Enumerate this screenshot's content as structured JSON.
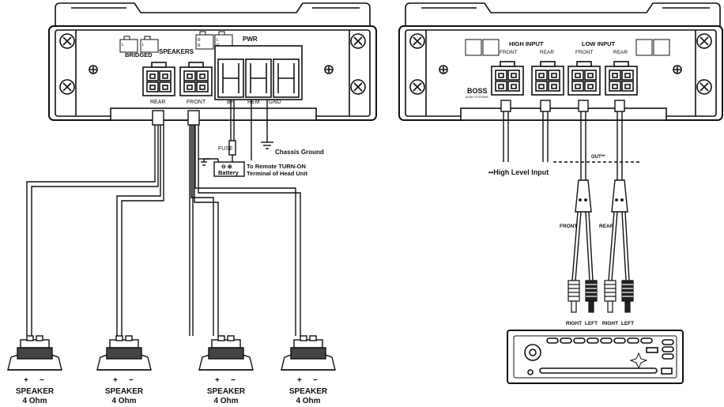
{
  "left_amp": {
    "bridged": "BRIDGED",
    "speakers": "SPEAKERS",
    "pwr": "PWR",
    "rear": "REAR",
    "front": "FRONT",
    "b_plus": "B+",
    "rem": "REM",
    "gnd": "GND",
    "chassis_ground": "Chassis Ground",
    "fuse": "FUSE",
    "battery": "Battery",
    "remote_line1": "To Remote TURN-ON",
    "remote_line2": "Terminal of Head Unit",
    "pin_l": "L",
    "pin_r": "R"
  },
  "speakers": [
    {
      "label": "SPEAKER",
      "ohm": "4 Ohm",
      "plus": "+",
      "minus": "−"
    },
    {
      "label": "SPEAKER",
      "ohm": "4 Ohm",
      "plus": "+",
      "minus": "−"
    },
    {
      "label": "SPEAKER",
      "ohm": "4 Ohm",
      "plus": "+",
      "minus": "−"
    },
    {
      "label": "SPEAKER",
      "ohm": "4 Ohm",
      "plus": "+",
      "minus": "−"
    }
  ],
  "right_amp": {
    "high_input": "HIGH INPUT",
    "low_input": "LOW INPUT",
    "front_1": "FRONT",
    "rear_1": "REAR",
    "front_2": "FRONT",
    "rear_2": "REAR",
    "brand": "BOSS",
    "brand_sub": "AUDIO SYSTEMS",
    "high_level_input": "••High Level Input",
    "out": "OUT**",
    "cable_front": "FRONT",
    "cable_rear": "REAR",
    "rca": [
      "RIGHT",
      "LEFT",
      "RIGHT",
      "LEFT"
    ]
  },
  "colors": {
    "line": "#111111",
    "fill": "#ffffff",
    "shade": "#cfcfcf"
  }
}
